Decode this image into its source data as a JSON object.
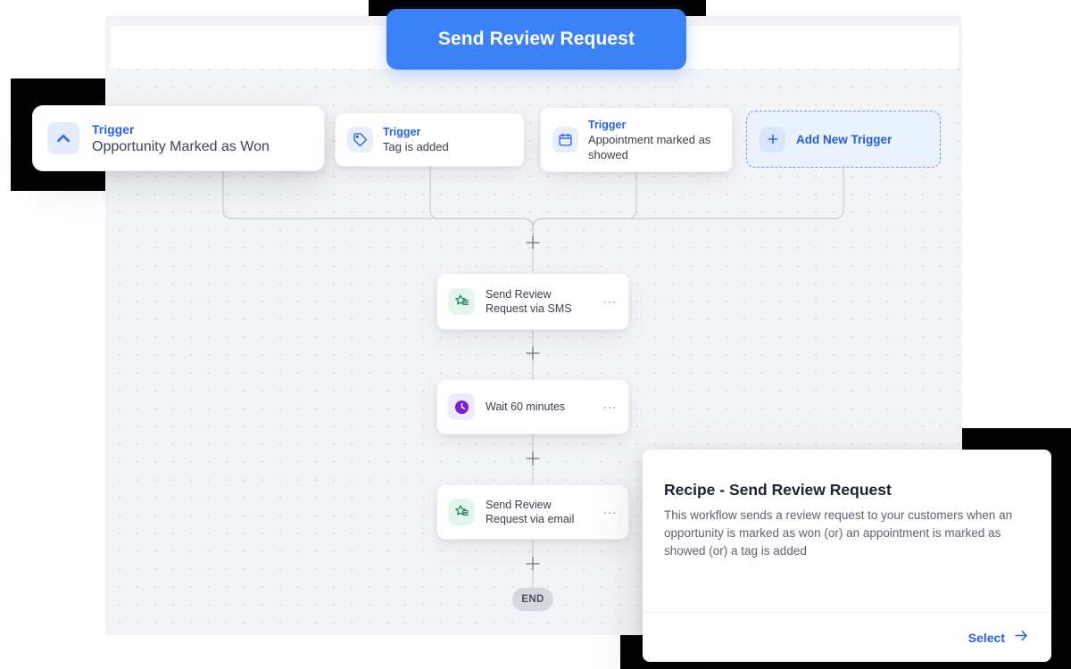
{
  "title_pill": {
    "label": "Send Review Request"
  },
  "canvas": {
    "triggers": [
      {
        "icon": "chevron-up-icon",
        "label": "Trigger",
        "name": "Opportunity Marked as Won"
      },
      {
        "icon": "tag-icon",
        "label": "Trigger",
        "name": "Tag is added"
      },
      {
        "icon": "calendar-icon",
        "label": "Trigger",
        "name": "Appointment marked as showed"
      }
    ],
    "add_trigger": {
      "icon": "plus-icon",
      "label": "Add New Trigger"
    },
    "actions": [
      {
        "icon": "review-star-icon",
        "label": "Send Review Request via SMS",
        "menu": "…"
      },
      {
        "icon": "clock-icon",
        "label": "Wait 60 minutes",
        "menu": "…"
      },
      {
        "icon": "review-star-icon",
        "label": "Send Review Request via email",
        "menu": "…"
      }
    ],
    "end_label": "END"
  },
  "recipe": {
    "title": "Recipe - Send Review Request",
    "description": "This workflow sends a review request to your customers when an opportunity is marked as won (or) an appointment is marked as showed (or) a tag is added",
    "select_label": "Select"
  },
  "colors": {
    "accent_blue": "#3b82f6",
    "link_blue": "#2563eb",
    "green": "#1f8a5b",
    "purple": "#7c22ce",
    "canvas_bg": "#f3f4f7"
  }
}
